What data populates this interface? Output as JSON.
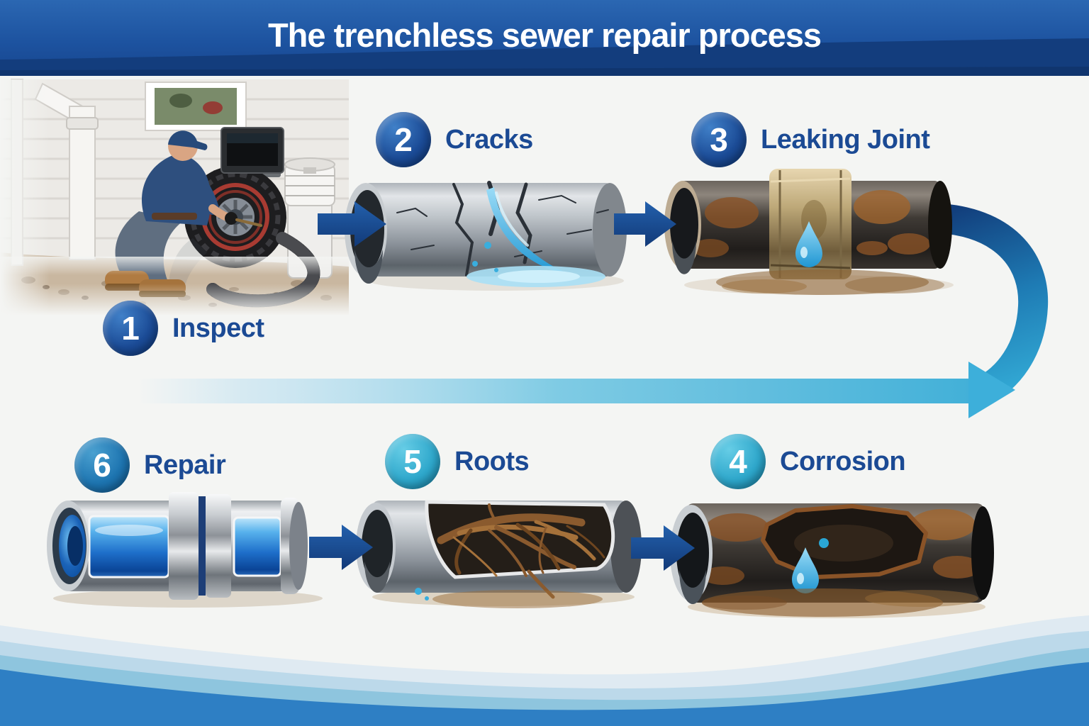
{
  "title": "The trenchless sewer repair process",
  "steps": [
    {
      "num": "1",
      "label": "Inspect"
    },
    {
      "num": "2",
      "label": "Cracks"
    },
    {
      "num": "3",
      "label": "Leaking Joint"
    },
    {
      "num": "4",
      "label": "Corrosion"
    },
    {
      "num": "5",
      "label": "Roots"
    },
    {
      "num": "6",
      "label": "Repair"
    }
  ],
  "illustrations": {
    "inspect_photo": "technician-with-sewer-camera-inspection-reel",
    "cracks_pipe": "gray-pipe-with-cracks-leaking-water",
    "leaking_joint_pipe": "corroded-pipe-with-brass-coupling-dripping",
    "corrosion_pipe": "rusted-pipe-with-corrosion-hole-dripping",
    "roots_pipe": "pipe-cutaway-with-tree-root-intrusion",
    "repair_pipe": "relined-pipe-with-blue-liner-and-chrome-couplings"
  },
  "colors": {
    "banner_blue": "#1d53a0",
    "banner_wave": "#133d7d",
    "background": "#f4f5f3",
    "step_navy": "#1b4b96",
    "step_teal": "#2ea7cb",
    "label_text": "#1b4a94",
    "arrow_navy": "#1a4b94",
    "flow_teal": "#42b0d8",
    "wave_bottom_blue": "#2e7fc4"
  }
}
